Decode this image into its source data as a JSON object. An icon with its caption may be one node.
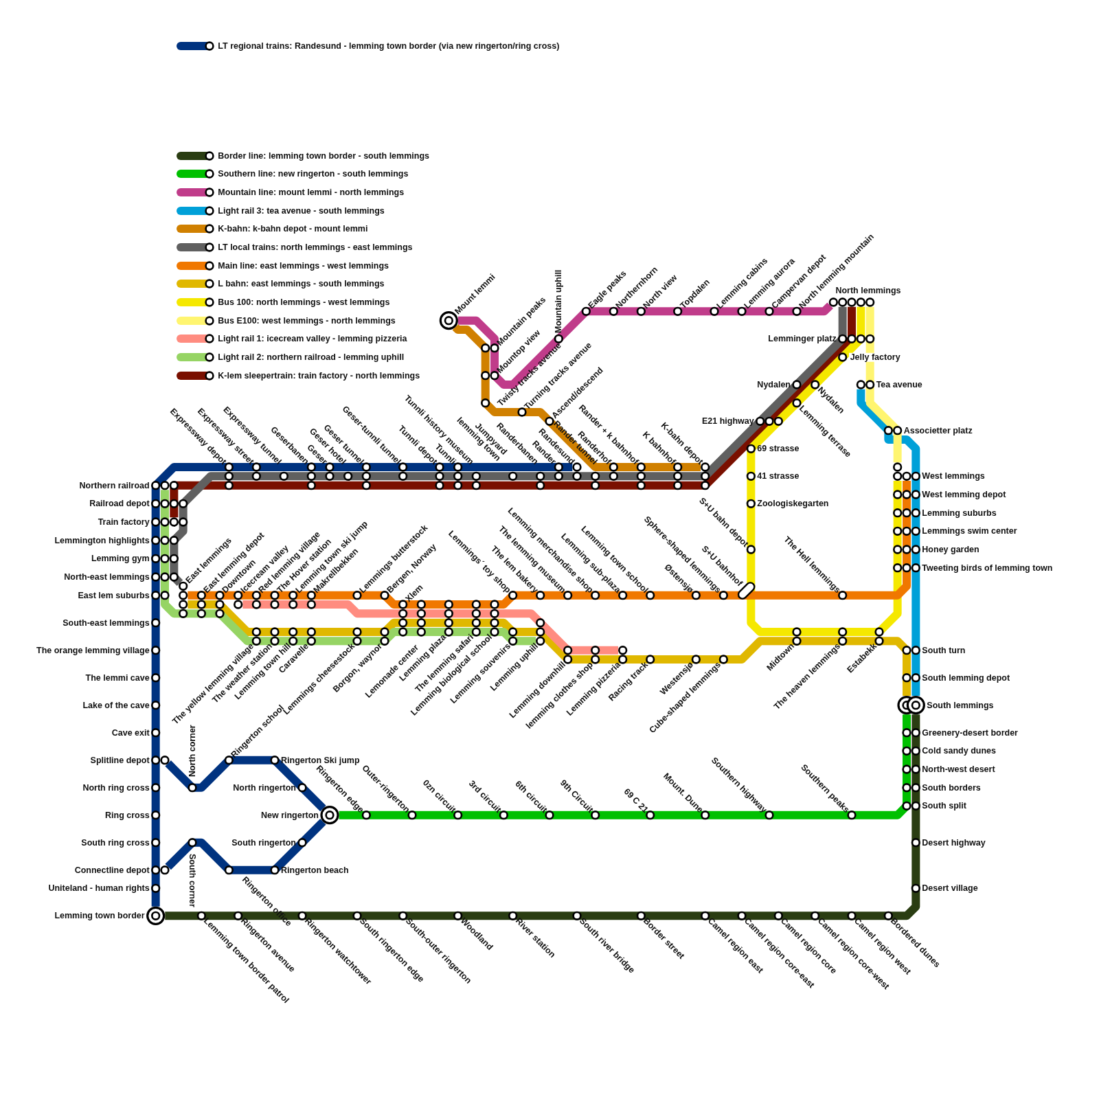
{
  "diagram": {
    "nodes": [
      {
        "text": [],
        "shape": "circle"
      },
      {
        "text": [],
        "shape": "circle"
      },
      {
        "text": [],
        "shape": "circle",
        "beside": [
          "North lemmings"
        ]
      },
      {
        "text": [],
        "shape": "circle"
      },
      {
        "text": [],
        "shape": "circle"
      },
      {
        "text": [],
        "shape": "circle",
        "beside": [
          "Mount lemmi"
        ]
      },
      {
        "text": [],
        "shape": "circle",
        "beside": [
          "Tea avenue"
        ]
      },
      {
        "text": [],
        "shape": "circle",
        "beside": [
          "Randesund"
        ]
      },
      {
        "text": [],
        "shape": "circle",
        "beside": [
          "K-bahn depot"
        ]
      },
      {
        "text": [],
        "shape": "circle"
      },
      {
        "text": [],
        "shape": "circle"
      },
      {
        "text": [],
        "shape": "circle",
        "beside": [
          "West lemmings"
        ]
      },
      {
        "text": [],
        "shape": "circle",
        "beside": [
          "Northern railroad"
        ]
      },
      {
        "text": [],
        "shape": "circle",
        "beside": [
          "Train factory"
        ]
      },
      {
        "text": [],
        "shape": "circle",
        "beside": [
          "East lemmings"
        ]
      },
      {
        "text": [],
        "shape": "circle"
      },
      {
        "text": [],
        "shape": "circle"
      },
      {
        "text": [],
        "shape": "circle",
        "beside": [
          "Icecream valley"
        ]
      },
      {
        "text": [],
        "shape": "circle",
        "beside": [
          "Lemming uphill"
        ]
      },
      {
        "text": [],
        "shape": "circle",
        "beside": [
          "Lemming pizzeria"
        ]
      },
      {
        "text": [],
        "shape": "circle",
        "beside": [
          "South lemmings"
        ]
      },
      {
        "text": [],
        "shape": "circle",
        "beside": [
          "Splitline depot"
        ]
      },
      {
        "text": [],
        "shape": "circle",
        "beside": [
          "New ringerton"
        ]
      },
      {
        "text": [],
        "shape": "circle",
        "beside": [
          "Connectline depot"
        ]
      },
      {
        "text": [],
        "shape": "circle",
        "beside": [
          "Lemming town border"
        ]
      }
    ],
    "edges": [
      {
        "from": 7,
        "to": 24,
        "arrow": "none",
        "color": "#003380"
      },
      {
        "from": 21,
        "to": 22,
        "arrow": "none",
        "color": "#003380"
      },
      {
        "from": 22,
        "to": 23,
        "arrow": "none",
        "color": "#003380"
      },
      {
        "from": 24,
        "to": 20,
        "arrow": "none",
        "color": "#2a3d12"
      },
      {
        "from": 22,
        "to": 20,
        "arrow": "none",
        "color": "#00c000"
      },
      {
        "from": 5,
        "to": 0,
        "arrow": "none",
        "color": "#c03c8a"
      },
      {
        "from": 6,
        "to": 20,
        "arrow": "none",
        "color": "#00a0d8"
      },
      {
        "from": 8,
        "to": 5,
        "arrow": "none",
        "color": "#d08000"
      },
      {
        "from": 1,
        "to": 14,
        "arrow": "none",
        "color": "#606060"
      },
      {
        "from": 15,
        "to": 11,
        "arrow": "none",
        "color": "#f07800"
      },
      {
        "from": 16,
        "to": 20,
        "arrow": "none",
        "color": "#e0b800"
      },
      {
        "from": 3,
        "to": 10,
        "arrow": "none",
        "color": "#f5e800"
      },
      {
        "from": 9,
        "to": 4,
        "arrow": "none",
        "color": "#fff570"
      },
      {
        "from": 17,
        "to": 19,
        "arrow": "none",
        "color": "#ff8c80"
      },
      {
        "from": 12,
        "to": 18,
        "arrow": "none",
        "color": "#96d464"
      },
      {
        "from": 13,
        "to": 2,
        "arrow": "none",
        "color": "#7a1000"
      }
    ],
    "labels": [
      "Mountain peaks",
      "Mountop view",
      "Twisty tracks avenue",
      "Mountain uphill",
      "Eagle peaks",
      "Northernhorn",
      "North view",
      "Topdalen",
      "Lemming cabins",
      "Lemming aurora",
      "Campervan depot",
      "North lemming mountain",
      "Lemminger platz",
      "Jelly factory",
      "Turning tracks avenue",
      "Ascend/descend",
      "Nydalen",
      "Nydalen",
      "Lemming terrase",
      "E21 highway",
      "Associetter platz",
      "Expressway depot",
      "Expressway street",
      "Expressway tunnel",
      "Geserbanen",
      "Geser",
      "Geser hotel",
      "Geser tunnel",
      "Geser-tunnli tunnel",
      "Tunnli depot",
      "Tunnli",
      "Tunnli history museum",
      "Jumpyard lemming town",
      "Randerbanen",
      "Rander",
      "Rander tunnel",
      "Randerhof",
      "Rander + k bahnhof",
      "K bahnhof",
      "69 strasse",
      "41 strasse",
      "West lemming depot",
      "Railroad depot",
      "Zoologiskegarten",
      "Lemming suburbs",
      "Lemmings swim center",
      "Lemmington highlights",
      "S+U bahn depot",
      "Honey garden",
      "Lemming gym",
      "Tweeting birds of lemming town",
      "North-east lemmings",
      "East lemming depot",
      "Downtown",
      "Red lemming village",
      "The Hover station",
      "Lemming town ski jump",
      "Makrellbekken",
      "Lemmings butterstock",
      "Bergen, Norway",
      "Xlem",
      "Lemmings´ toy shop",
      "The lem bakery",
      "The lemming museum",
      "Lemming merchandise shop",
      "Lemming sub-plaza",
      "Lemming town school",
      "Østensjø",
      "Sphere-shaped lemmings",
      "S+U bahnhof",
      "The Hell lemmings",
      "East lem suburbs",
      "South-east lemmings",
      "The yellow lemming village",
      "The weather station",
      "Lemming town hill",
      "Caravelle",
      "Lemmings cheesestock",
      "Borgon, waynor",
      "Lemonade center",
      "Lemming plaza",
      "The lemming safari",
      "Lemming biological school",
      "Lemming souvenirs",
      "Lemming downhill",
      "lemming clothes shop",
      "Racing track",
      "Westensjø",
      "Cube-shaped lemmings",
      "Midtown",
      "The heaven lemmings",
      "Estabekk",
      "The orange lemming village",
      "South turn",
      "The lemmi cave",
      "South lemming depot",
      "Lake of the cave",
      "Cave exit",
      "Greenery-desert border",
      "Cold sandy dunes",
      "North corner",
      "Ringerton school",
      "Ringerton Ski jump",
      "North-west desert",
      "North ring cross",
      "North ringerton",
      "South borders",
      "South split",
      "Ringerton edge",
      "Outer-ringerton",
      "0zn circuit",
      "3rd circuit",
      "6th circuit",
      "9th Circuit",
      "69 C 21",
      "Mount. Dune",
      "Southern highway",
      "Southern peaks",
      "Ring cross",
      "South ring cross",
      "South corner",
      "South ringerton",
      "Desert highway",
      "Ringerton office",
      "Ringerton beach",
      "Uniteland - human rights",
      "Desert village",
      "Lemming town border patrol",
      "Ringerton avenue",
      "Ringerton watchtower",
      "South ringerton edge",
      "South-outer ringerton",
      "Woodland",
      "River station",
      "South river bridge",
      "Border street",
      "Camel region east",
      "Camel region core-east",
      "Camel region core",
      "Camel region core-west",
      "Camel region west",
      "Bordered dunes"
    ],
    "legend": [
      {
        "text": "LT regional trains: Randesund - lemming town border (via new ringerton/ring cross)",
        "color": "#003380"
      },
      {
        "text": "Border line: lemming town border - south lemmings",
        "color": "#2a3d12"
      },
      {
        "text": "Southern line: new ringerton - south lemmings",
        "color": "#00c000"
      },
      {
        "text": "Mountain line: mount lemmi - north lemmings",
        "color": "#c03c8a"
      },
      {
        "text": "Light rail 3: tea avenue - south lemmings",
        "color": "#00a0d8"
      },
      {
        "text": "K-bahn: k-bahn depot - mount lemmi",
        "color": "#d08000"
      },
      {
        "text": "LT local trains: north lemmings - east lemmings",
        "color": "#606060"
      },
      {
        "text": "Main line: east lemmings - west lemmings",
        "color": "#f07800"
      },
      {
        "text": "L bahn: east lemmings - south lemmings",
        "color": "#e0b800"
      },
      {
        "text": "Bus 100: north lemmings - west lemmings",
        "color": "#f5e800"
      },
      {
        "text": "Bus E100: west lemmings - north lemmings",
        "color": "#fff570"
      },
      {
        "text": "Light rail 1: icecream valley - lemming pizzeria",
        "color": "#ff8c80"
      },
      {
        "text": "Light rail 2: northern railroad - lemming uphill",
        "color": "#96d464"
      },
      {
        "text": "K-lem sleepertrain: train factory - north lemmings",
        "color": "#7a1000"
      }
    ]
  }
}
